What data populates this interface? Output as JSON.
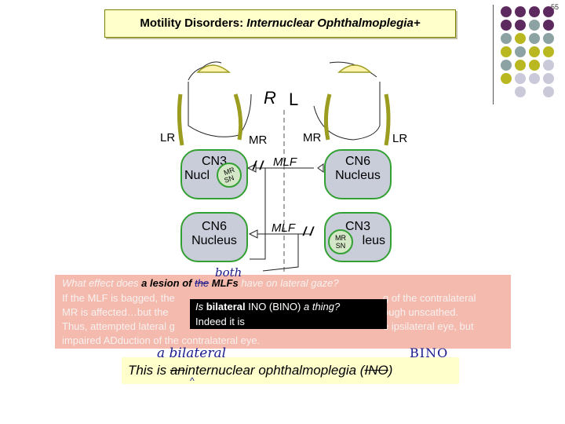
{
  "page_number": "55",
  "title": {
    "prefix": "Motility Disorders: ",
    "italic": "Internuclear Ophthalmoplegia+"
  },
  "diagram": {
    "side_right": "R",
    "side_left": "L",
    "muscles": {
      "lr_left": "LR",
      "mr_left": "MR",
      "mr_right": "MR",
      "lr_right": "LR"
    },
    "nodes": {
      "cn3_left": {
        "line1": "CN3",
        "line2": "Nucl"
      },
      "cn6_right": {
        "line1": "CN6",
        "line2": "Nucleus"
      },
      "cn6_left": {
        "line1": "CN6",
        "line2": "Nucleus"
      },
      "cn3_right": {
        "line1": "CN3",
        "line2": "leus"
      }
    },
    "subnucleus": {
      "mr": "MR",
      "sn": "SN"
    },
    "mlf_label": "MLF",
    "slash_marks": "/ /",
    "handwritten_both": "both"
  },
  "question": {
    "prefix": "What effect does ",
    "bold": "a lesion of ",
    "struck": "the",
    "suffix_bold": " MLFs",
    "suffix": " have on lateral gaze?"
  },
  "paragraph": {
    "line1a": "If the MLF is bagged, the",
    "line1b": "g of the contralateral",
    "line2a": "MR is affected…but the",
    "line2b": "ough unscathed.",
    "line3a": "Thus, attempted lateral g",
    "line3b": "e ipsilateral eye, but",
    "line4": "impaired ADduction of the contralateral eye."
  },
  "tooltip": {
    "line1_prefix": "Is ",
    "line1_bold": "bilateral",
    "line1_mid": " INO (BINO) ",
    "line1_italic": "a thing?",
    "line2": "Indeed it is"
  },
  "answer": {
    "handwritten_insert": "a bilateral",
    "handwritten_abbr": "BINO",
    "prefix": "This is ",
    "struck": "an",
    "caret": "^",
    "main": "internuclear ophthalmoplegia (",
    "abbr_struck": "INO",
    "suffix": ")"
  },
  "colors": {
    "node_fill": "#c9ccd9",
    "node_border": "#33a033",
    "muscle": "#9c9c20",
    "dot_purple": "#5c2a5e",
    "dot_teal": "#8da3a3",
    "dot_olive": "#b9b820",
    "dot_lavender": "#c9c9d9"
  }
}
